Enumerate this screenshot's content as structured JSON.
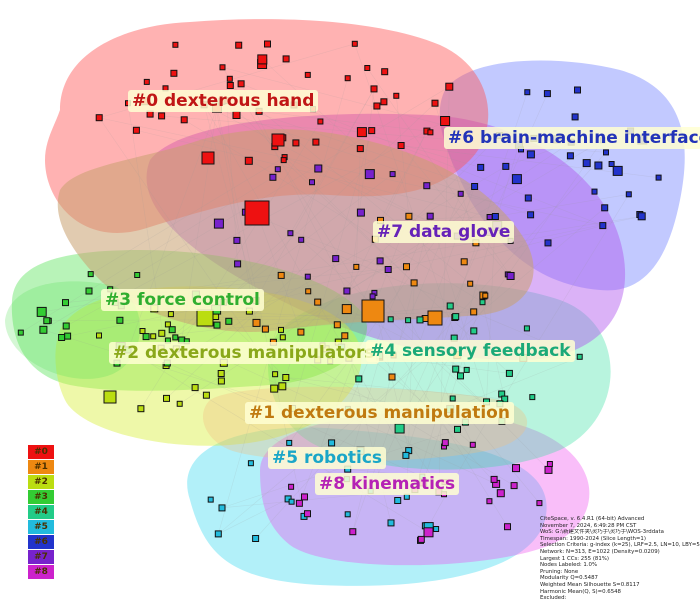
{
  "colors": {
    "c0": "#ee1111",
    "c1": "#ee8811",
    "c2": "#bbdd11",
    "c3": "#33cc33",
    "c4": "#22cc88",
    "c5": "#22bbdd",
    "c6": "#2233cc",
    "c7": "#7722cc",
    "c8": "#cc22cc"
  },
  "clusters": [
    {
      "id": "0",
      "label": "#0 dexterous hand",
      "color": "#c01515"
    },
    {
      "id": "1",
      "label": "#1 dexterous manipulation",
      "color": "#c07a10"
    },
    {
      "id": "2",
      "label": "#2 dexterous manipulators",
      "color": "#8aa81a"
    },
    {
      "id": "3",
      "label": "#3 force control",
      "color": "#2fae2f"
    },
    {
      "id": "4",
      "label": "#4 sensory feedback",
      "color": "#1aa978"
    },
    {
      "id": "5",
      "label": "#5 robotics",
      "color": "#1aa6c8"
    },
    {
      "id": "6",
      "label": "#6 brain-machine interface",
      "color": "#2233b8"
    },
    {
      "id": "7",
      "label": "#7 data glove",
      "color": "#6622b8"
    },
    {
      "id": "8",
      "label": "#8 kinematics",
      "color": "#b522b5"
    }
  ],
  "legend": [
    "#0",
    "#1",
    "#2",
    "#3",
    "#4",
    "#5",
    "#6",
    "#7",
    "#8"
  ],
  "info_lines": [
    "CiteSpace, v. 6.4.R1 (64-bit) Advanced",
    "November 7, 2024, 6:49:28 PM CST",
    "WoS: G:\\新建文件夹\\灵巧手\\灵巧手\\WOS-3rddata",
    "Timespan: 1990-2024 (Slice Length=1)",
    "Selection Criteria: g-index (k=25), LRF=2.5, LN=10, LBY=5, e=1.0",
    "Network: N=313, E=1022 (Density=0.0209)",
    "Largest 1 CCs: 255 (81%)",
    "Nodes Labeled: 1.0%",
    "Pruning: None",
    "Modularity Q=0.5487",
    "Weighted Mean Silhouette S=0.8117",
    "Harmonic Mean(Q, S)=0.6548",
    "Excluded:"
  ]
}
